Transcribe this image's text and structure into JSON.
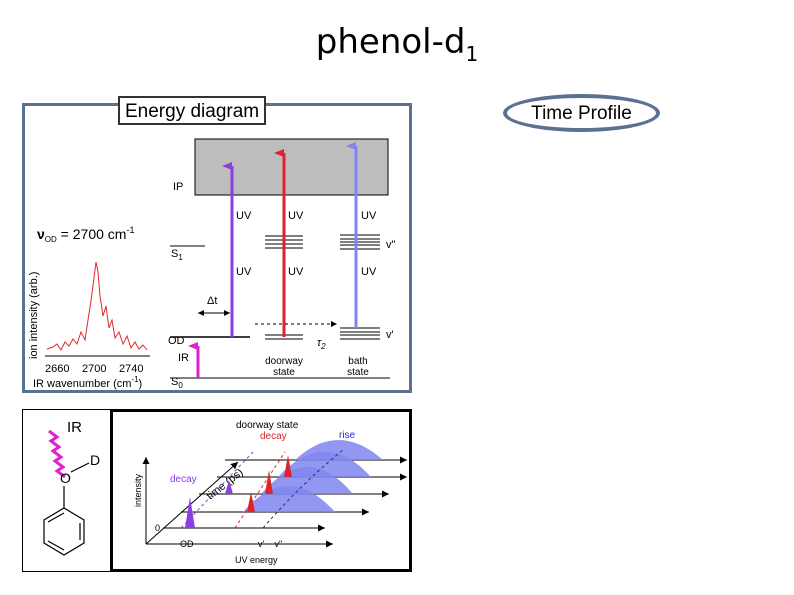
{
  "title": {
    "main": "phenol-d",
    "sub": "1"
  },
  "energy_label": "Energy diagram",
  "time_label": "Time Profile",
  "spectrum": {
    "nu_label": "ν",
    "nu_sub": "OD",
    "nu_eq": " = 2700 cm",
    "nu_exp": "-1",
    "ylabel": "ion intensity (arb.)",
    "xlabel": "IR wavenumber (cm",
    "xlabel_exp": "-1",
    "xlabel_end": ")",
    "ticks": [
      "2660",
      "2700",
      "2740"
    ]
  },
  "levels": {
    "ip": "IP",
    "s1": "S",
    "s1_sub": "1",
    "od": "OD",
    "ir": "IR",
    "s0": "S",
    "s0_sub": "0",
    "delta_t": "Δt",
    "tau": "τ",
    "tau_sub": "2",
    "v2": "v\"",
    "v1": "v'",
    "uv": "UV",
    "doorway1": "doorway",
    "doorway2": "state",
    "bath1": "bath",
    "bath2": "state"
  },
  "time_profile": {
    "doorway": "doorway state",
    "decay_red": "decay",
    "rise": "rise",
    "decay_purple": "decay",
    "time_axis": "time (ps)",
    "intensity": "intensity",
    "zero": "0",
    "od": "OD",
    "vv": "v' − v\"",
    "energy": "UV energy"
  },
  "molecule": {
    "ir": "IR",
    "d": "D",
    "o": "O"
  },
  "colors": {
    "purple": "#8a3fe0",
    "red": "#e0222a",
    "blue": "#7f86f0",
    "magenta": "#e020d0",
    "frame": "#5b7193",
    "spectrum": "#e02a2a",
    "gray": "#bdbdbd"
  }
}
